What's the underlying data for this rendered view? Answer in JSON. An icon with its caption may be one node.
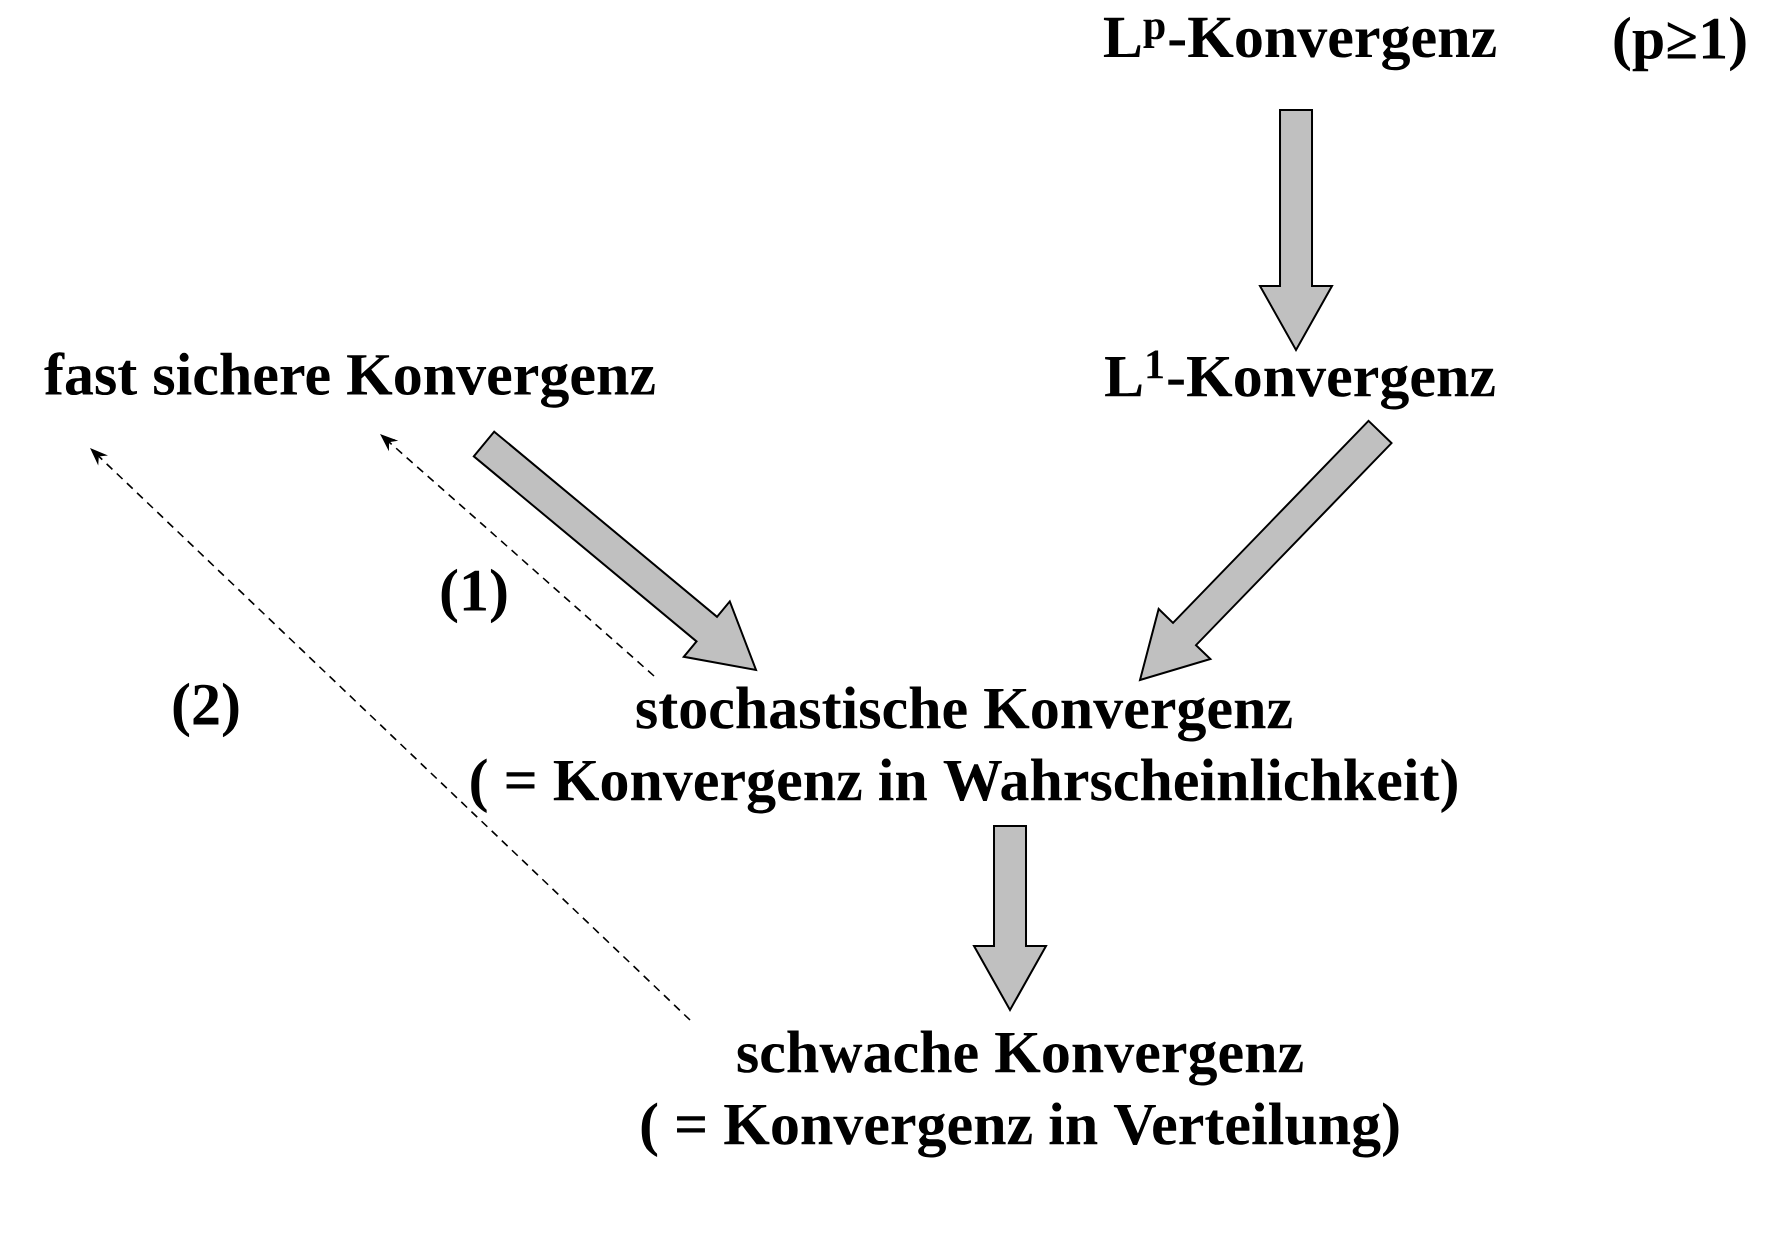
{
  "diagram": {
    "nodes": [
      {
        "text": [
          "L$^{p}$-Konvergenz"
        ]
      },
      {
        "text": [
          "fast sichere Konvergenz"
        ]
      },
      {
        "text": [
          "L$^{1}$-Konvergenz"
        ]
      },
      {
        "text": [
          "stochastische Konvergenz",
          "( = Konvergenz in Wahrscheinlichkeit)"
        ]
      },
      {
        "text": [
          "schwache Konvergenz",
          "( = Konvergenz in Verteilung)"
        ]
      }
    ],
    "edges": [
      {
        "from": 0,
        "to": 2,
        "arrow": "to"
      },
      {
        "from": 1,
        "to": 3,
        "arrow": "to"
      },
      {
        "from": 2,
        "to": 3,
        "arrow": "to"
      },
      {
        "from": 3,
        "to": 1,
        "arrow": "to",
        "style": "dashed",
        "label": "(1)"
      },
      {
        "from": 3,
        "to": 4,
        "arrow": "to"
      },
      {
        "from": 4,
        "to": 1,
        "arrow": "to",
        "style": "dashed",
        "label": "(2)"
      }
    ],
    "labels": [
      "(p≥1)"
    ]
  }
}
